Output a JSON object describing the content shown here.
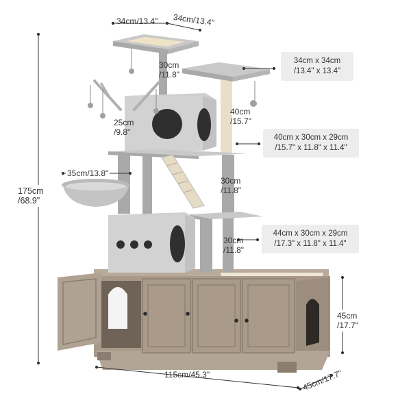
{
  "top_platform_width": "34cm/13.4\"",
  "top_platform_depth": "34cm/13.4\"",
  "post_upper_height": {
    "line1": "30cm",
    "line2": "/11.8\""
  },
  "post_mid_height": {
    "line1": "40cm",
    "line2": "/15.7\""
  },
  "condo_side_height": {
    "line1": "25cm",
    "line2": "/9.8\""
  },
  "basket_diameter": "35cm/13.8\"",
  "post_low_height": {
    "line1": "30cm",
    "line2": "/11.8\""
  },
  "post_bottom_height": {
    "line1": "30cm",
    "line2": "/11.8\""
  },
  "total_height": {
    "line1": "175cm",
    "line2": "/68.9\""
  },
  "cabinet_height": {
    "line1": "45cm",
    "line2": "/17.7\""
  },
  "cabinet_width": "115cm/45.3\"",
  "cabinet_depth": "45cm/17.7\"",
  "callouts": {
    "platform": {
      "line1": "34cm x 34cm",
      "line2": "/13.4\" x 13.4\""
    },
    "upper_condo": {
      "line1": "40cm x 30cm x 29cm",
      "line2": "/15.7\" x 11.8\" x 11.4\""
    },
    "lower_condo": {
      "line1": "44cm x 30cm x 29cm",
      "line2": "/17.3\" x 11.8\" x 11.4\""
    }
  },
  "colors": {
    "plush": "#c9c9c9",
    "plush_dark": "#a9a9a9",
    "wood": "#a8998a",
    "wood_dark": "#8b7d6f",
    "sisal": "#e9dfc9",
    "dim_line": "#333333"
  }
}
